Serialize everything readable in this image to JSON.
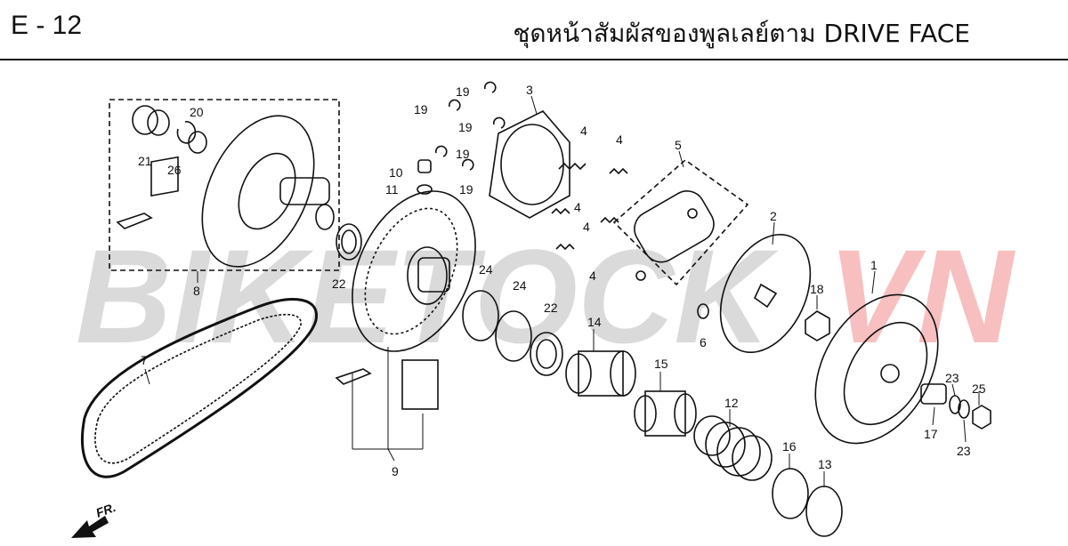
{
  "page": {
    "code": "E - 12",
    "title": "ชุดหน้าสัมผัสของพูลเลย์ตาม  DRIVE FACE"
  },
  "watermark": {
    "text_left": "BIKETOCK",
    "text_right": "VN",
    "color_left": "#bdbdbd",
    "color_right": "#f28b8b"
  },
  "direction": {
    "label": "FR."
  },
  "callouts": [
    "19",
    "19",
    "19",
    "19",
    "19",
    "3",
    "4",
    "4",
    "4",
    "4",
    "4",
    "5",
    "2",
    "1",
    "10",
    "11",
    "20",
    "21",
    "26",
    "22",
    "8",
    "24",
    "24",
    "22",
    "14",
    "6",
    "18",
    "15",
    "12",
    "16",
    "13",
    "7",
    "9",
    "23",
    "23",
    "25",
    "17"
  ]
}
